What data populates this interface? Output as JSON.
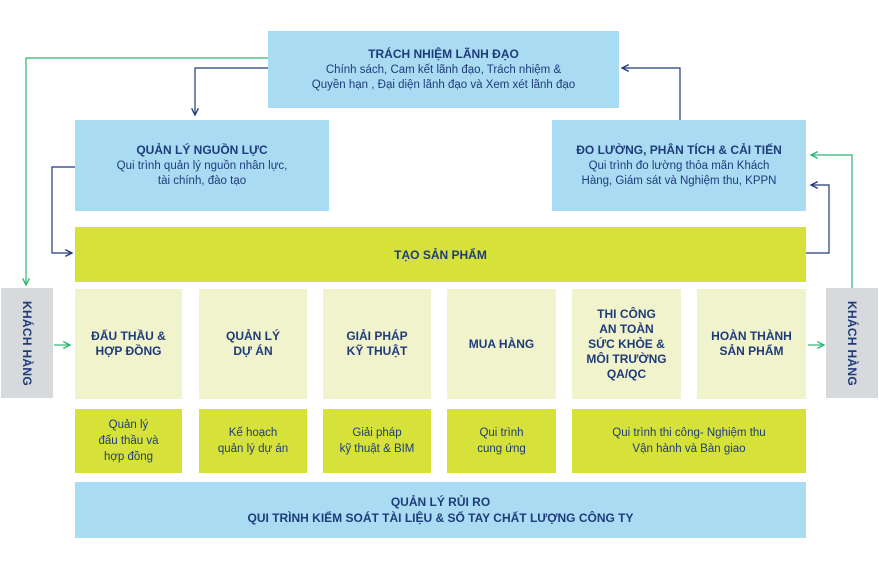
{
  "leadership": {
    "title": "TRÁCH NHIỆM LÃNH ĐẠO",
    "line1": "Chính sách, Cam kết lãnh đạo, Trách nhiệm &",
    "line2": "Quyền hạn , Đại diện lãnh đạo và Xem xét lãnh đạo"
  },
  "resources": {
    "title": "QUẢN LÝ NGUỒN LỰC",
    "line1": "Qui trình quản lý nguồn nhân lực,",
    "line2": "tài chính, đào tạo"
  },
  "measurement": {
    "title": "ĐO LƯỜNG, PHÂN TÍCH & CẢI TIẾN",
    "line1": "Qui trình đo lường thỏa mãn Khách",
    "line2": "Hàng, Giám sát và Nghiệm thu, KPPN"
  },
  "product": {
    "title": "TẠO SẢN PHẨM"
  },
  "customer_left": "KHÁCH HÀNG",
  "customer_right": "KHÁCH HÀNG",
  "stages": [
    {
      "lines": [
        "ĐẤU THẦU &",
        "HỢP ĐỒNG"
      ]
    },
    {
      "lines": [
        "QUẢN LÝ",
        "DỰ ÁN"
      ]
    },
    {
      "lines": [
        "GIẢI PHÁP",
        "KỸ THUẬT"
      ]
    },
    {
      "lines": [
        "MUA HÀNG"
      ]
    },
    {
      "lines": [
        "THI CÔNG",
        "AN TOÀN",
        "SỨC KHỎE &",
        "MÔI TRƯỜNG",
        "QA/QC"
      ]
    },
    {
      "lines": [
        "HOÀN THÀNH",
        "SẢN PHẨM"
      ]
    }
  ],
  "processes": [
    {
      "lines": [
        "Quản lý",
        "đấu thầu và",
        "hợp đồng"
      ]
    },
    {
      "lines": [
        "Kế hoạch",
        "quản lý dự án"
      ]
    },
    {
      "lines": [
        "Giải pháp",
        "kỹ thuật & BIM"
      ]
    },
    {
      "lines": [
        "Qui trình",
        "cung ứng"
      ]
    },
    {
      "lines": [
        "Qui trình thi công- Nghiệm thu",
        "Vận hành và Bàn giao"
      ]
    }
  ],
  "risk": {
    "title": "QUẢN LÝ RỦI RO",
    "subtitle": "QUI TRÌNH KIỂM SOÁT TÀI LIỆU & SỔ TAY CHẤT LƯỢNG CÔNG TY"
  },
  "colors": {
    "blue_box": "#a9dcf3",
    "lime_box": "#d6e23a",
    "pale_box": "#f1f3cc",
    "grey_box": "#d7dadd",
    "text": "#1f3b7a",
    "arrow_blue": "#1f3b7a",
    "arrow_green": "#2bb673"
  }
}
